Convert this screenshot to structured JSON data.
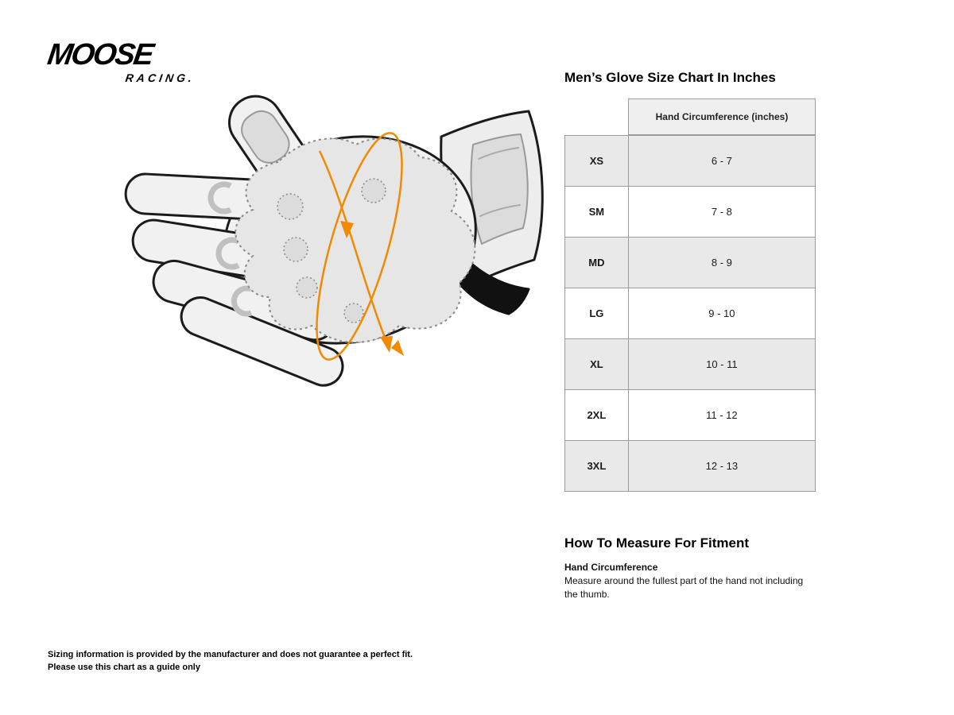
{
  "logo": {
    "line1": "MOOSE",
    "line2": "RACING."
  },
  "size_chart": {
    "title": "Men’s Glove Size Chart In Inches",
    "column_header": "Hand Circumference (inches)",
    "rows": [
      {
        "size": "XS",
        "range": "6 - 7"
      },
      {
        "size": "SM",
        "range": "7 - 8"
      },
      {
        "size": "MD",
        "range": "8 - 9"
      },
      {
        "size": "LG",
        "range": "9 - 10"
      },
      {
        "size": "XL",
        "range": "10 - 11"
      },
      {
        "size": "2XL",
        "range": "11 - 12"
      },
      {
        "size": "3XL",
        "range": "12 - 13"
      }
    ]
  },
  "how_to_measure": {
    "title": "How To Measure For Fitment",
    "subheading": "Hand Circumference",
    "body": "Measure around the fullest part of the hand not including the thumb."
  },
  "disclaimer": {
    "line1": "Sizing information is provided by the manufacturer and does not guarantee a perfect fit.",
    "line2": "Please use this chart as a guide only"
  },
  "colors": {
    "accent_orange": "#f18a00",
    "row_shade": "#e9e9e9",
    "table_border": "#9b9b9b"
  }
}
